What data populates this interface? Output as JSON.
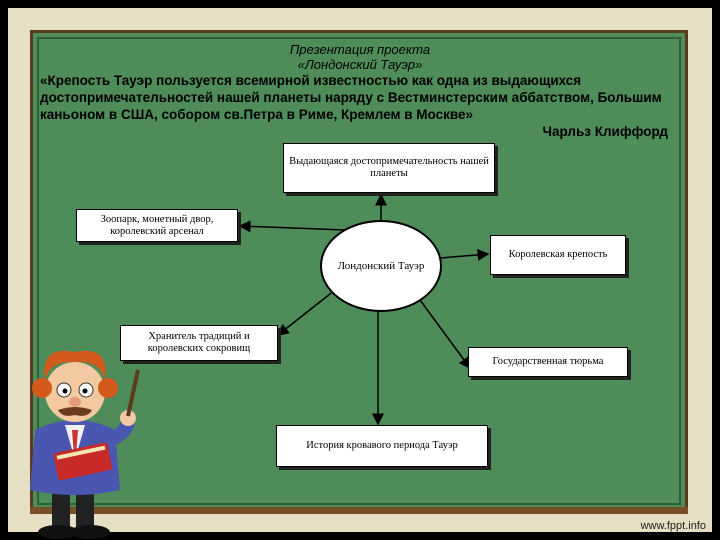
{
  "slide": {
    "presentation_title_line1": "Презентация проекта",
    "presentation_title_line2": "«Лондонский Тауэр»",
    "quote": "«Крепость Тауэр пользуется всемирной известностью как одна из выдающихся достопримечательностей нашей планеты наряду с Вестминстерским аббатством, Большим каньоном в США, собором св.Петра в Риме, Кремлем в Москве»",
    "author": "Чарльз Клиффорд"
  },
  "diagram": {
    "center": "Лондонский Тауэр",
    "nodes": {
      "top": "Выдающаяся достопримечательность нашей планеты",
      "left_top": "Зоопарк, монетный двор, королевский арсенал",
      "right_top": "Королевская крепость",
      "left_bottom": "Хранитель традиций и королевских сокровищ",
      "right_bottom": "Государственная тюрьма",
      "bottom": "История кровавого периода Тауэр"
    }
  },
  "footer": {
    "site": "www.fppt.info"
  },
  "colors": {
    "board": "#4e8c59",
    "frame": "#e7dfc4",
    "border": "#5a3b1e"
  }
}
